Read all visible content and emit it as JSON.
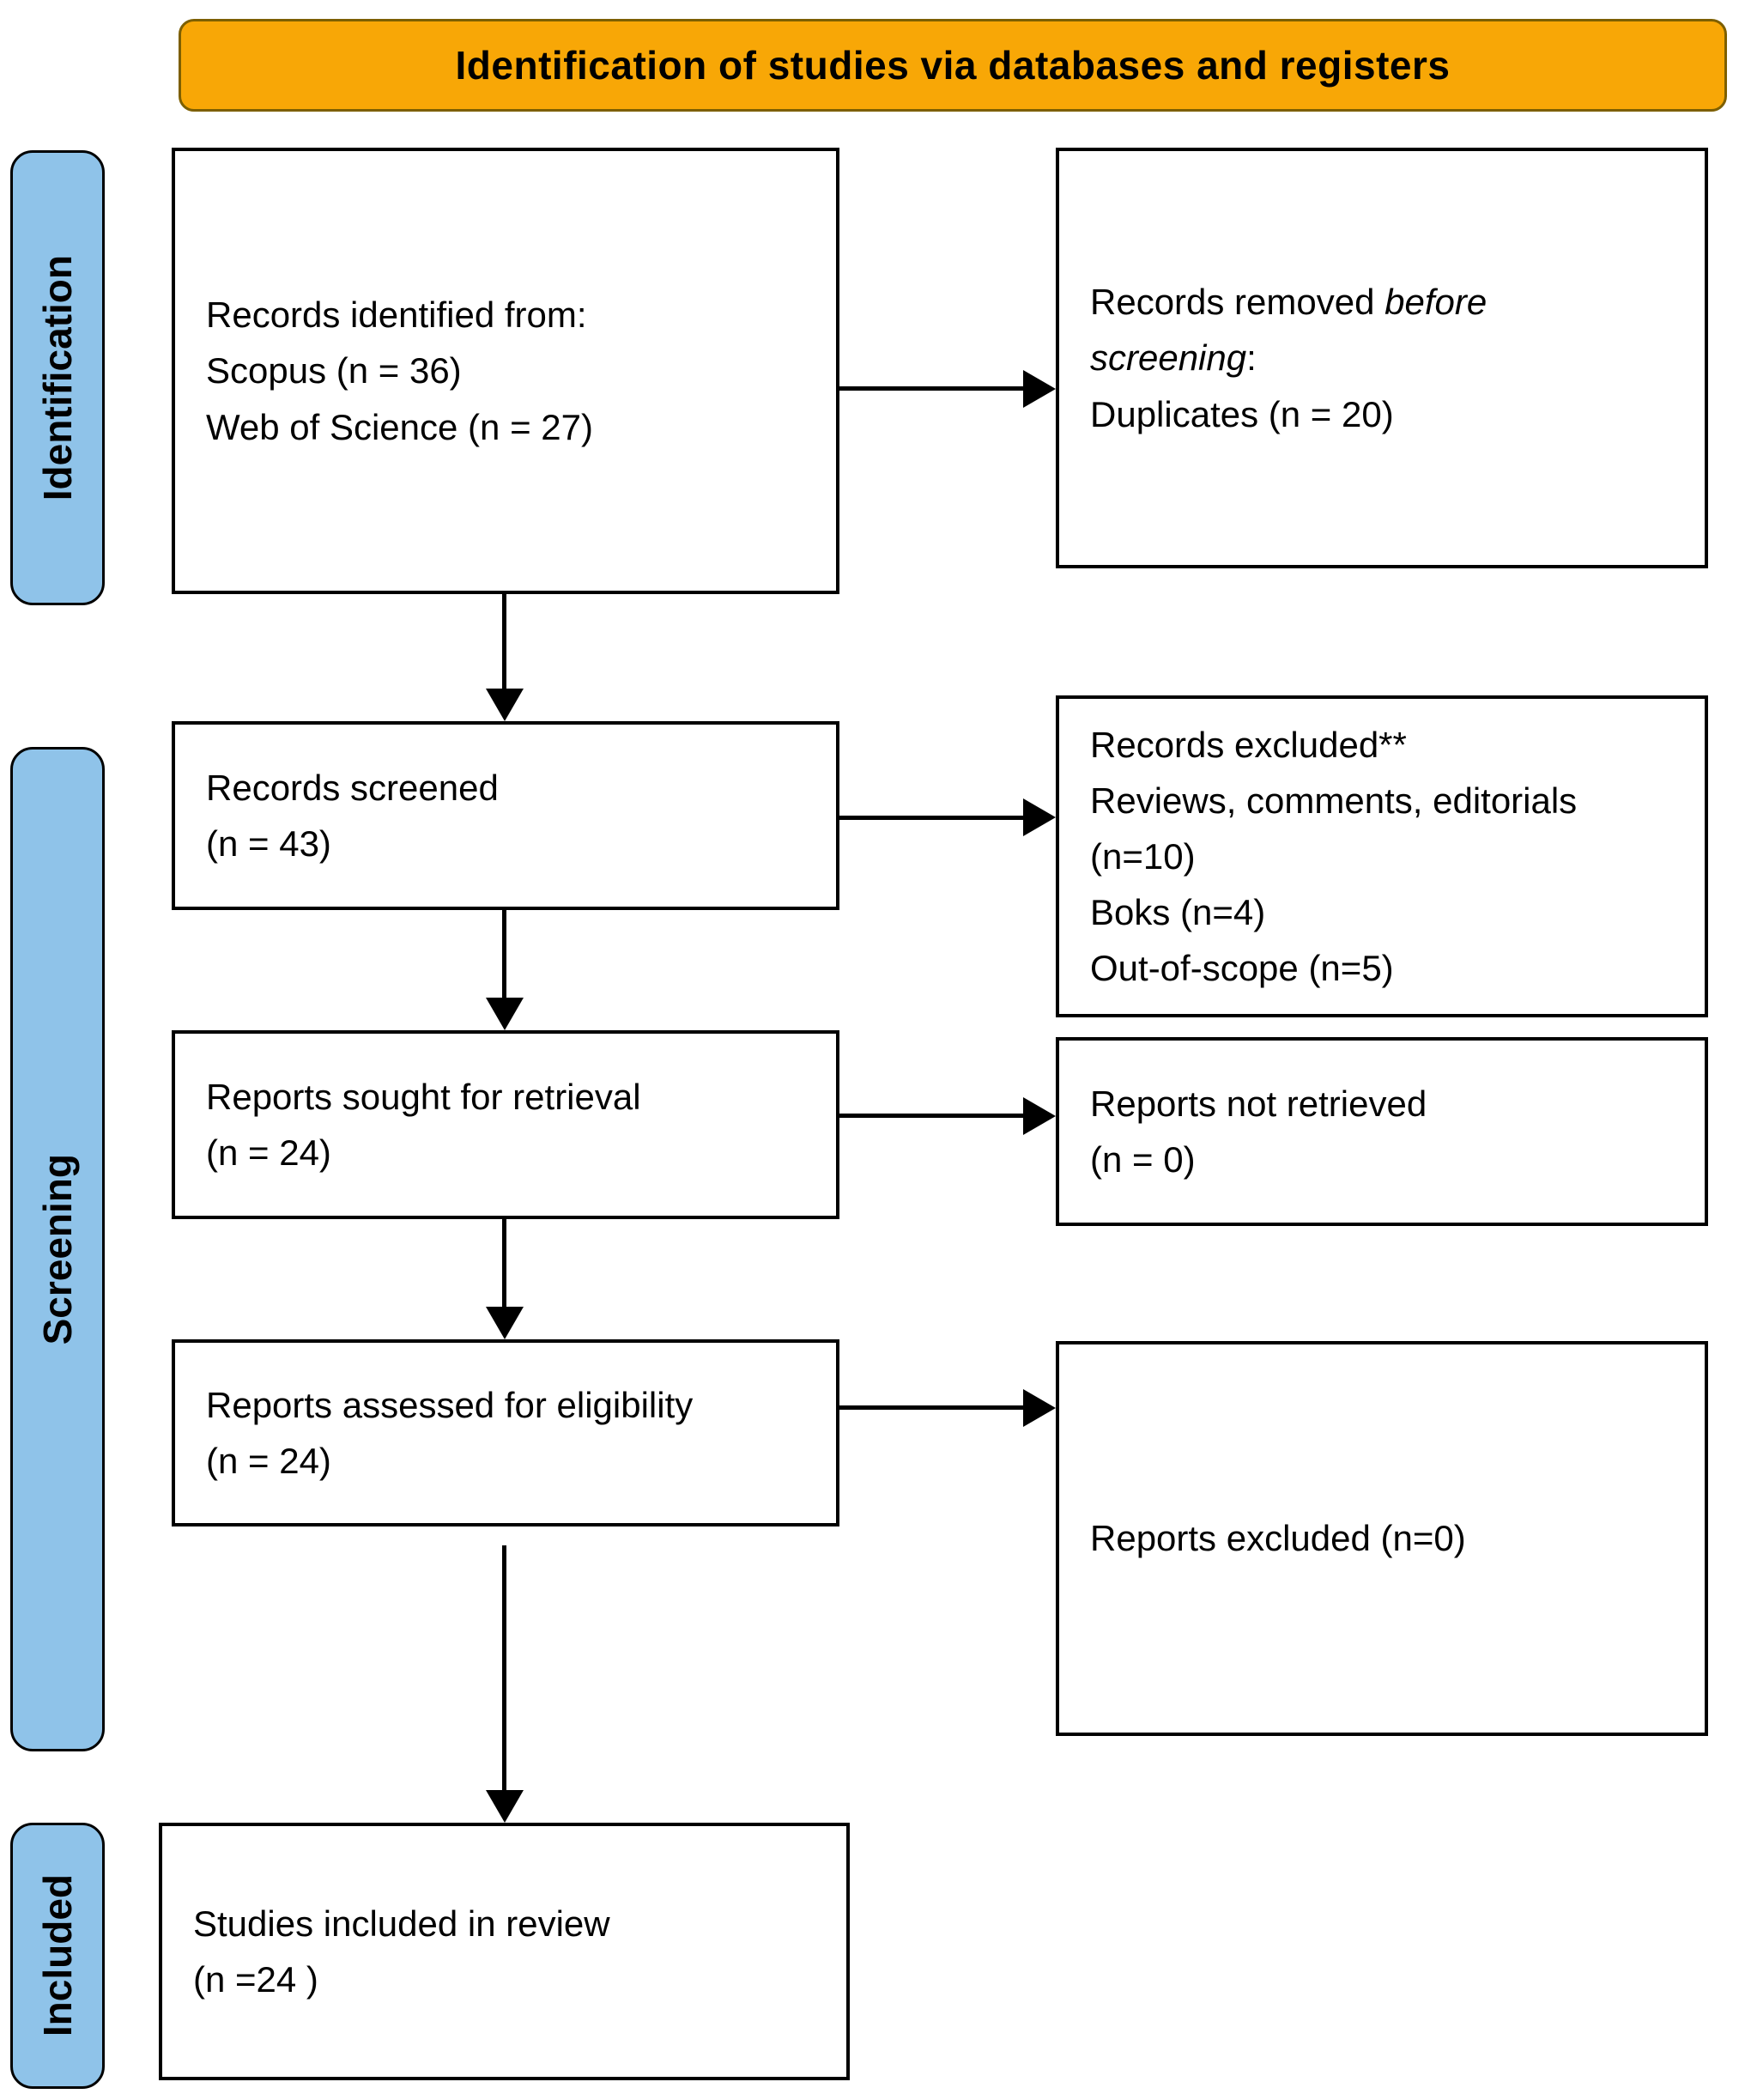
{
  "banner": {
    "title": "Identification of studies via databases and registers"
  },
  "stages": {
    "identification": "Identification",
    "screening": "Screening",
    "included": "Included"
  },
  "boxes": {
    "records_identified": {
      "lines": [
        "Records identified from:",
        "Scopus (n = 36)",
        "Web of Science (n = 27)"
      ]
    },
    "records_removed": {
      "line1_normal": "Records removed ",
      "line1_italic": "before",
      "line2_italic": "screening",
      "line2_suffix": ":",
      "line3": "Duplicates (n = 20)"
    },
    "records_screened": {
      "lines": [
        "Records screened",
        "(n = 43)"
      ]
    },
    "records_excluded": {
      "lines": [
        "Records excluded**",
        "Reviews, comments, editorials",
        "(n=10)",
        "Boks (n=4)",
        "Out-of-scope (n=5)"
      ]
    },
    "reports_sought": {
      "lines": [
        "Reports sought for retrieval",
        "(n = 24)"
      ]
    },
    "reports_not_retrieved": {
      "lines": [
        "Reports not retrieved",
        "(n = 0)"
      ]
    },
    "reports_assessed": {
      "lines": [
        "Reports assessed for eligibility",
        "(n = 24)"
      ]
    },
    "reports_excluded": {
      "lines": [
        "Reports excluded (n=0)"
      ]
    },
    "studies_included": {
      "lines": [
        "Studies included in review",
        "(n =24 )"
      ]
    }
  },
  "colors": {
    "banner_fill": "#F8A706",
    "banner_border": "#7D5F00",
    "stage_fill": "#8FC3E9",
    "box_border": "#000000",
    "arrow": "#000000"
  }
}
